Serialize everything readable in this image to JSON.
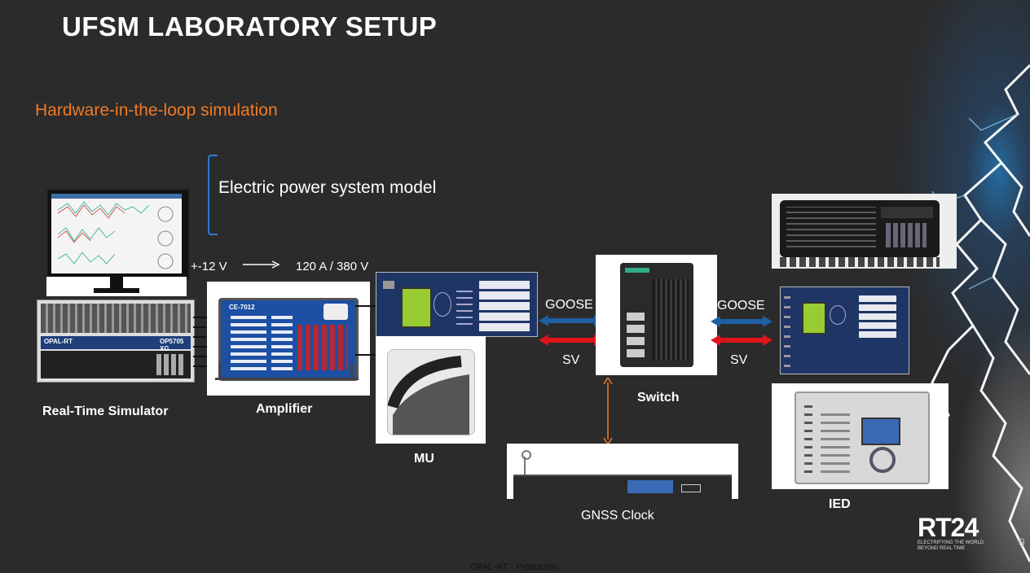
{
  "slide": {
    "title": "UFSM LABORATORY SETUP",
    "subtitle": "Hardware-in-the-loop simulation",
    "model_label": "Electric power system model",
    "voltage_label": "+-12 V",
    "output_label": "120 A / 380 V",
    "goose_left": "GOOSE",
    "goose_right": "GOOSE",
    "sv_left": "SV",
    "sv_right": "SV",
    "footer": "OPAL-RT - Production",
    "page_number": "9"
  },
  "devices": {
    "simulator": "Real-Time Simulator",
    "amplifier": "Amplifier",
    "mu": "MU",
    "switch": "Switch",
    "gnss": "GNSS Clock",
    "ied": "IED"
  },
  "brand": {
    "logo_text": "RT24",
    "logo_tagline_1": "ELECTRIFYING THE WORLD",
    "logo_tagline_2": "BEYOND REAL TIME"
  },
  "colors": {
    "accent_orange": "#f07a25",
    "goose_blue": "#1e5fa6",
    "sv_red": "#e0151b",
    "bracket_blue": "#2a7bd4"
  }
}
